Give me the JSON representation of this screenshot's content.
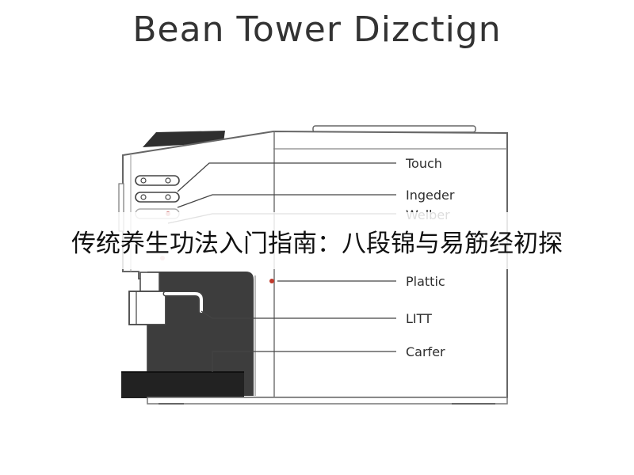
{
  "title": "Bean Tower Dizctign",
  "callouts": [
    {
      "label": "Touch"
    },
    {
      "label": "Ingeder"
    },
    {
      "label": "Welber"
    },
    {
      "label": "Plattic"
    },
    {
      "label": "LITT"
    },
    {
      "label": "Carfer"
    }
  ],
  "banner": {
    "text": "传统养生功法入门指南：八段锦与易筋经初探"
  },
  "colors": {
    "outline": "#555555",
    "dark_panel": "#3b3b3b",
    "drip_tray": "#222222",
    "accent_dot": "#c0392b"
  }
}
